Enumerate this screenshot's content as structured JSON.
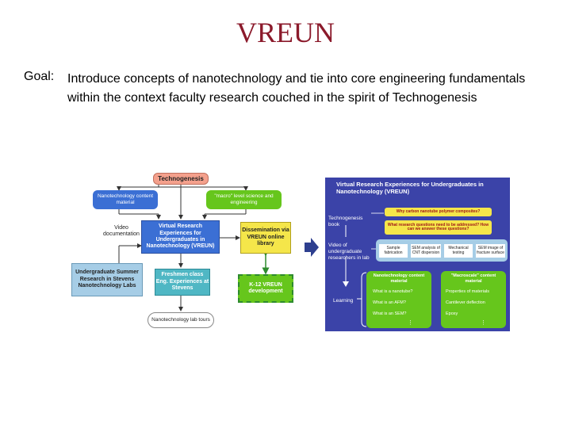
{
  "title": "VREUN",
  "goal": {
    "label": "Goal:",
    "text": "Introduce concepts of nanotechnology and tie into core engineering fundamentals within the context faculty research couched in the spirit of Technogenesis"
  },
  "diagram": {
    "technogenesis": "Technogenesis",
    "nano_content": "Nanotechnology content material",
    "macro_level": "\"macro\" level science and engineering",
    "virtual_research": "Virtual Research Experiences for Undergraduates in Nanotechnology (VREUN)",
    "dissemination": "Dissemination via VREUN online library",
    "video_documentation": "Video documentation",
    "undergrad_summer": "Undergraduate Summer Research in Stevens Nanotechnology Labs",
    "freshmen_class": "Freshmen class Eng. Experiences at Stevens",
    "k12": "K-12 VREUN development",
    "lab_tours": "Nanotechnology lab tours"
  },
  "panel": {
    "title": "Virtual Research Experiences for Undergraduates in Nanotechnology (VREUN)",
    "technogenesis_book": "Technogenesis book",
    "video_undergrads": "Video of undergraduate researchers in lab",
    "question1": "Why carbon nanotube polymer composites?",
    "question2": "What research questions need to be addressed? How can we answer these questions?",
    "steps": [
      "Sample fabrication",
      "SEM analysis of CNT dispersion",
      "Mechanical testing",
      "SEM image of fracture surface"
    ],
    "learning": "Learning",
    "nano_material": "Nanotechnology content material",
    "macro_material": "\"Macroscale\" content material",
    "nano_questions": [
      "What is a nanotube?",
      "What is an AFM?",
      "What is an SEM?"
    ],
    "macro_questions": [
      "Properties of materials",
      "Cantilever deflection",
      "Epoxy"
    ]
  },
  "colors": {
    "title": "#8b1a2b",
    "salmon": "#f4a08c",
    "blue_box": "#3b6fd4",
    "green_box": "#66c61c",
    "yellow_box": "#f5e64a",
    "light_blue": "#a6cde6",
    "teal_box": "#4fb7c4",
    "panel": "#3b43a8"
  }
}
